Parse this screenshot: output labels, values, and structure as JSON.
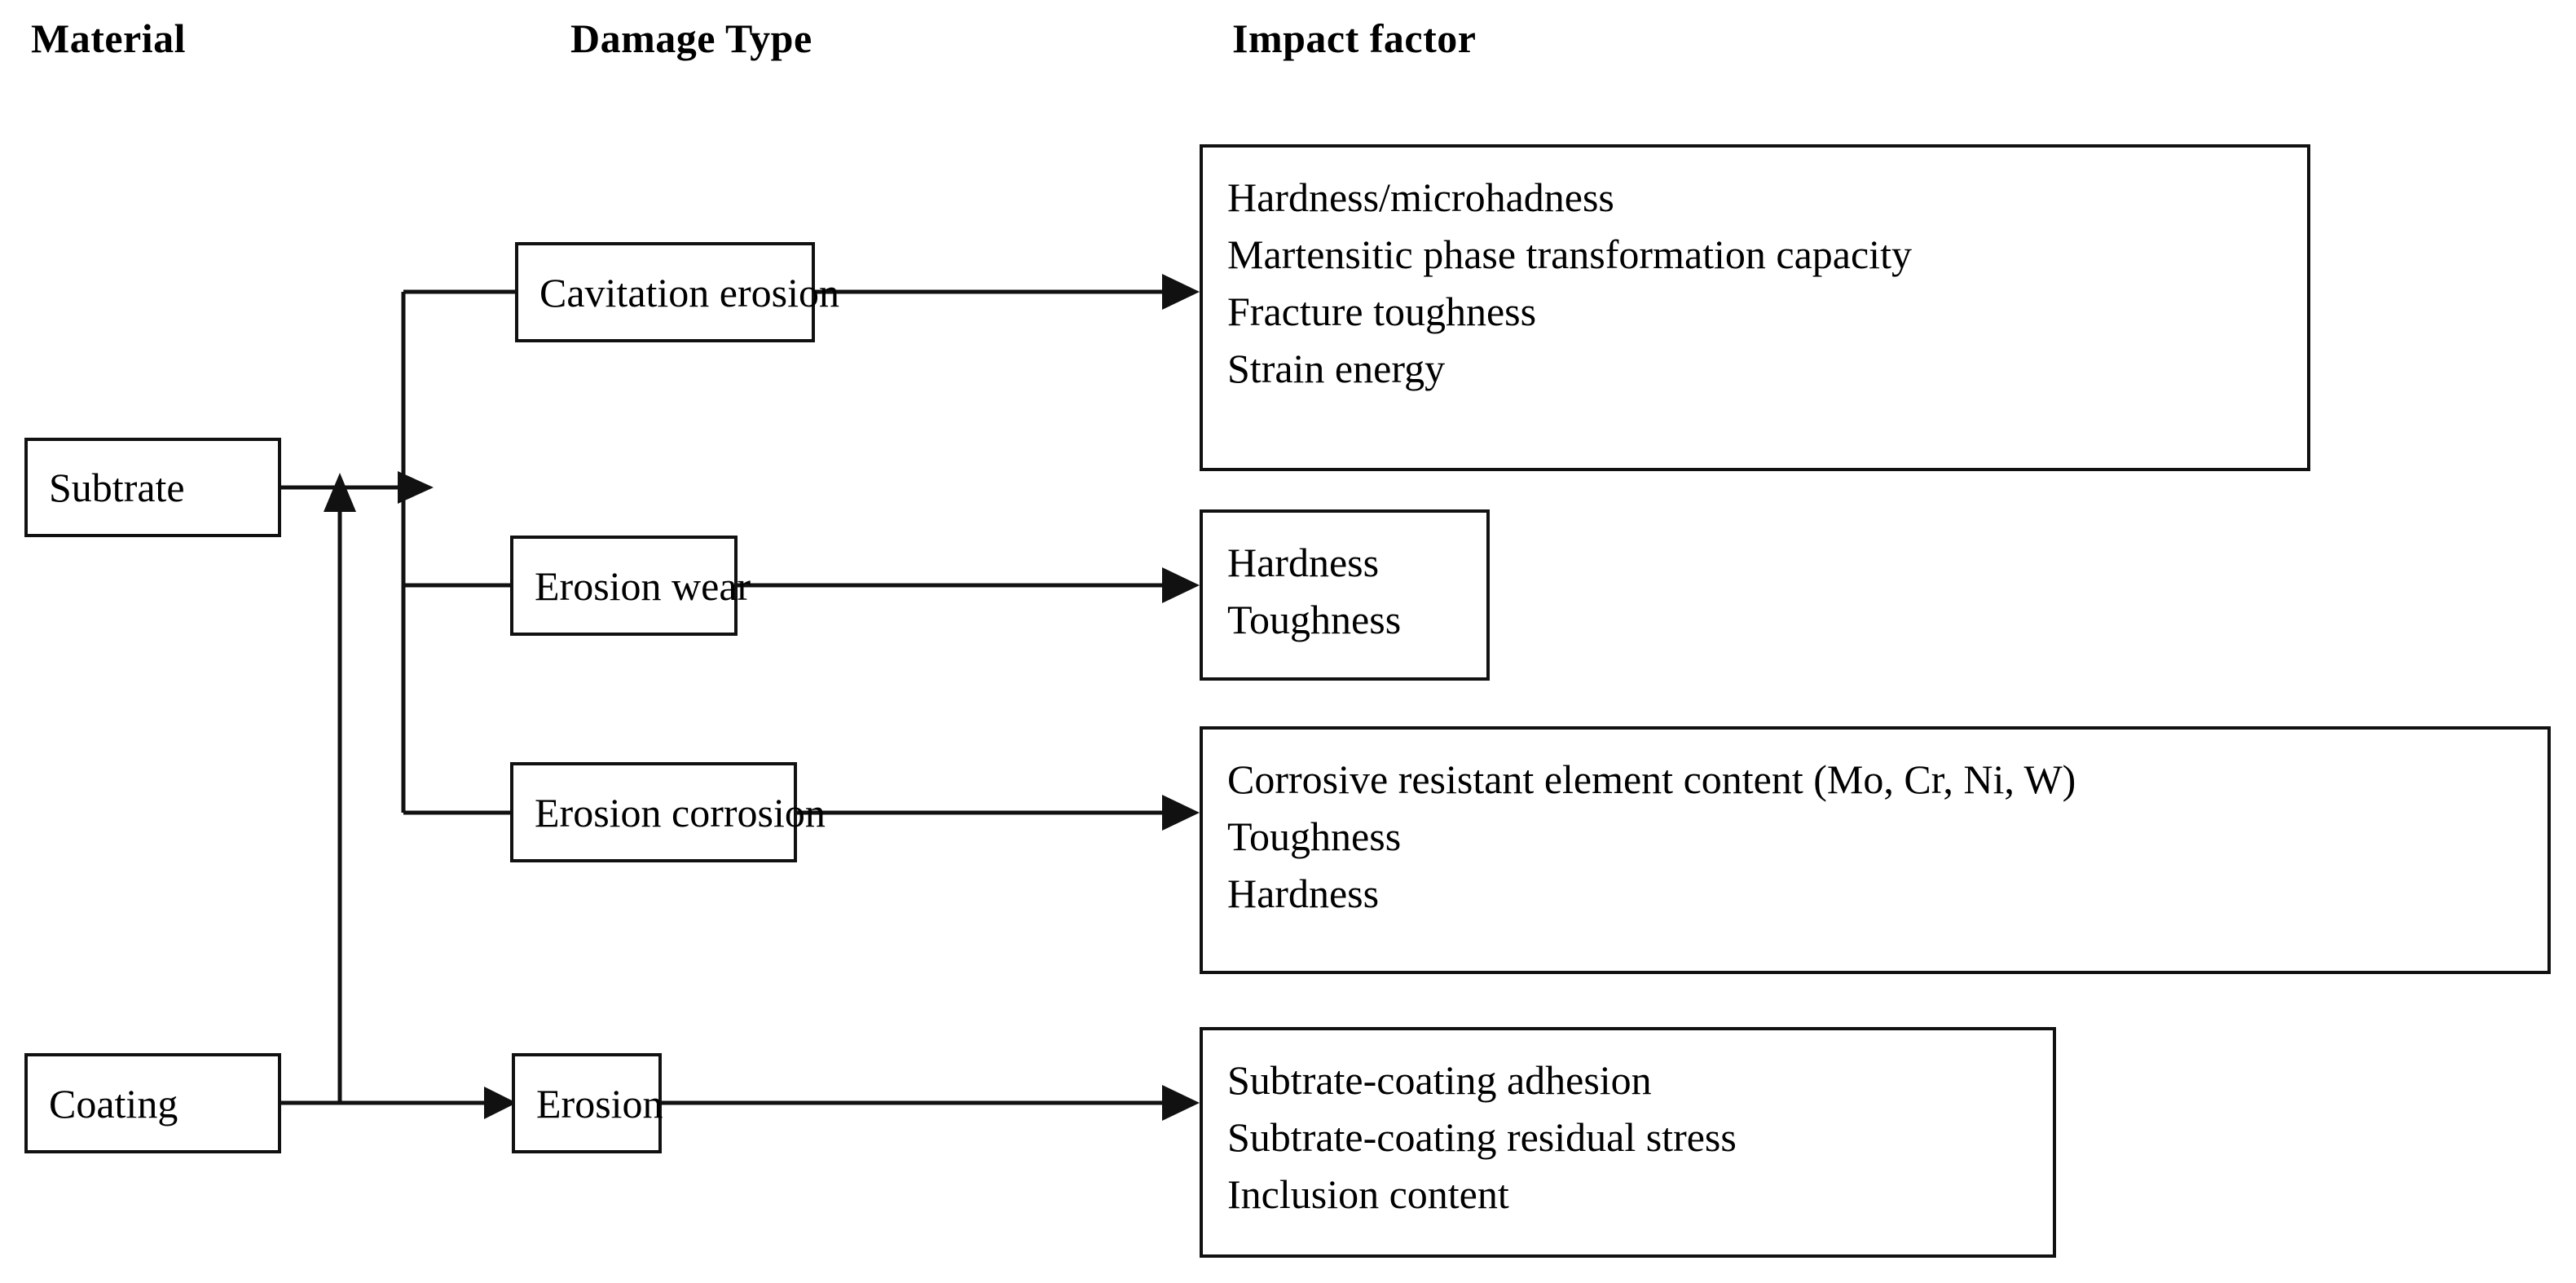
{
  "headers": {
    "material": "Material",
    "damage_type": "Damage Type",
    "impact_factor": "Impact factor"
  },
  "materials": [
    {
      "id": "substrate",
      "label": "Subtrate"
    },
    {
      "id": "coating",
      "label": "Coating"
    }
  ],
  "damage_types": [
    {
      "id": "cavitation-erosion",
      "label": "Cavitation erosion"
    },
    {
      "id": "erosion-wear",
      "label": "Erosion wear"
    },
    {
      "id": "erosion-corrosion",
      "label": "Erosion corrosion"
    },
    {
      "id": "erosion",
      "label": "Erosion"
    }
  ],
  "impact_factors": [
    {
      "id": "cavitation-erosion-factors",
      "lines": [
        "Hardness/microhadness",
        "Martensitic phase transformation capacity",
        "Fracture toughness",
        "Strain energy"
      ]
    },
    {
      "id": "erosion-wear-factors",
      "lines": [
        "Hardness",
        "Toughness"
      ]
    },
    {
      "id": "erosion-corrosion-factors",
      "lines": [
        "Corrosive resistant element content (Mo, Cr, Ni, W)",
        "Toughness",
        "Hardness"
      ]
    },
    {
      "id": "erosion-factors",
      "lines": [
        "Subtrate-coating adhesion",
        "Subtrate-coating residual stress",
        "Inclusion content"
      ]
    }
  ],
  "colors": {
    "stroke": "#111111",
    "background": "#ffffff",
    "text": "#000000"
  }
}
